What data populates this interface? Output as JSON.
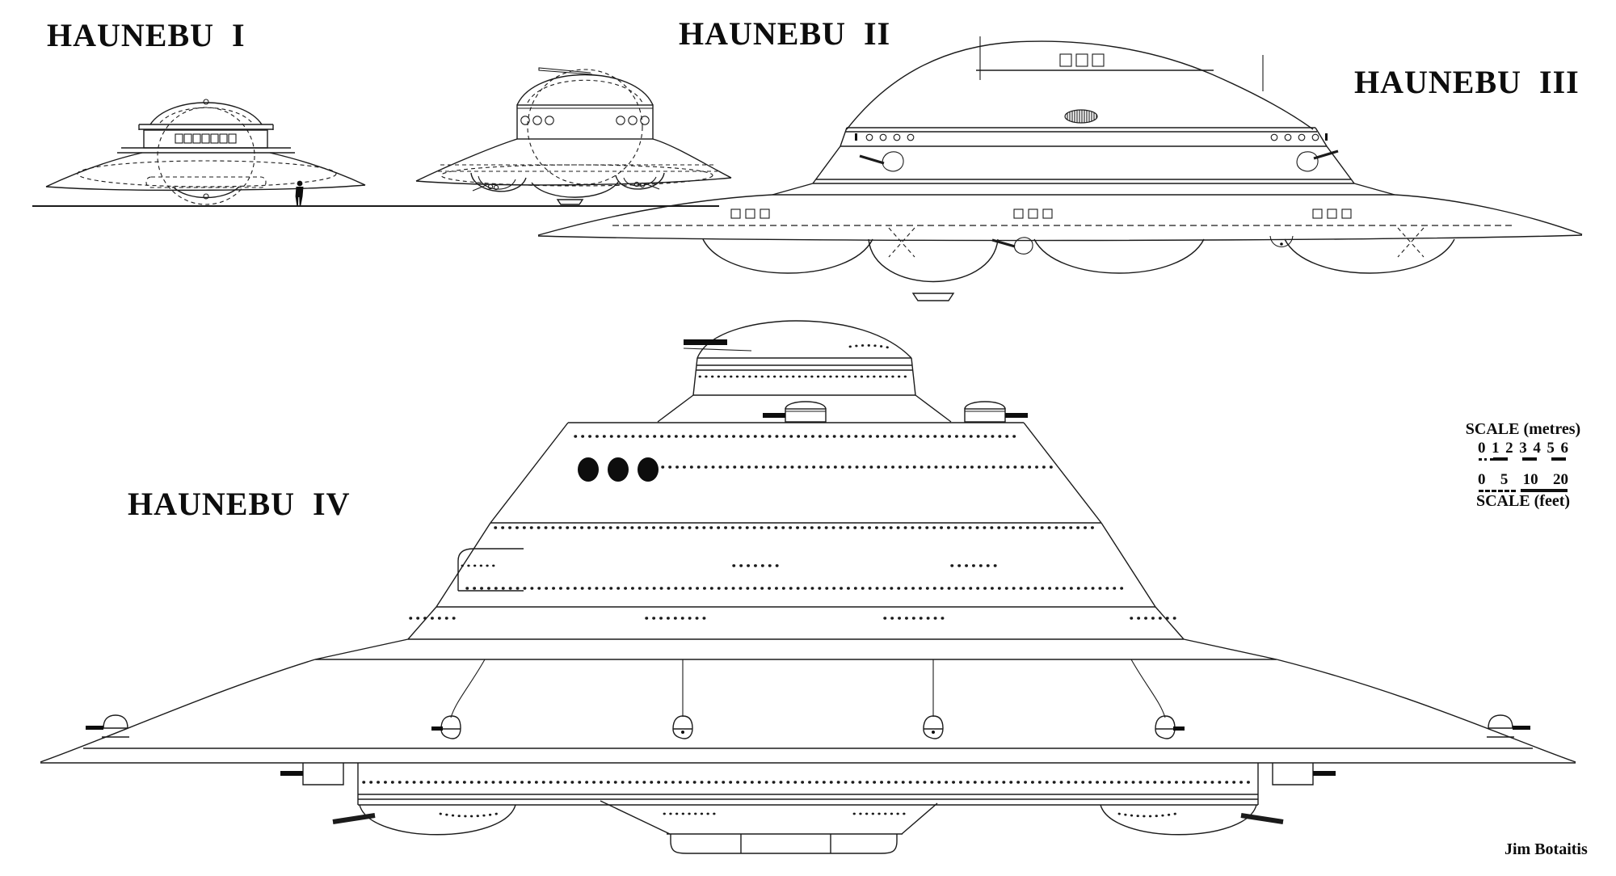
{
  "page": {
    "background_color": "#ffffff",
    "line_color": "#1b1b1b",
    "description": "Comparison side-view technical drawings of four Haunebu saucer craft"
  },
  "titles": {
    "haunebu1": "HAUNEBU  I",
    "haunebu2": "HAUNEBU  II",
    "haunebu3": "HAUNEBU  III",
    "haunebu4": "HAUNEBU  IV"
  },
  "scale_legend": {
    "metres_label": "SCALE (metres)",
    "metres_ticks": [
      "0",
      "1",
      "2",
      "3",
      "4",
      "5",
      "6"
    ],
    "feet_ticks": [
      "0",
      "5",
      "10",
      "20"
    ],
    "feet_label": "SCALE (feet)"
  },
  "credit": "Jim Botaitis",
  "figures": {
    "haunebu1": "small saucer with seven-window cabin, domed top, dashed sphere core, human figure for scale on ground line",
    "haunebu2": "medium saucer with tall dome, six round portholes, top fin, three lower gondolas with gun turrets",
    "haunebu3": "large saucer with broad dome, three square windows, hatched vent, porthole band, side gun turrets, wide rim with lower bulges",
    "haunebu4": "giant multi-deck saucer with top gun turret, riveted decks, three black portholes, hanging pods and lower gun gondolas"
  }
}
